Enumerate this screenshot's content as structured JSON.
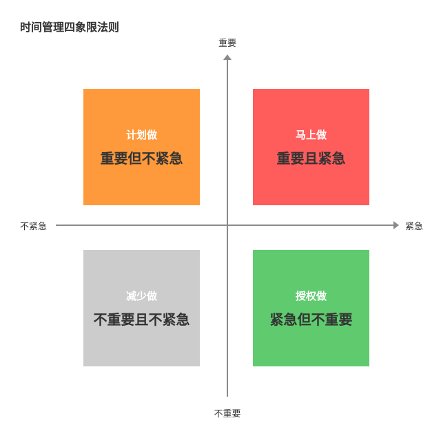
{
  "title": "时间管理四象限法则",
  "axes": {
    "top": "重要",
    "bottom": "不重要",
    "left": "不紧急",
    "right": "紧急",
    "color": "#8a8a8a"
  },
  "quadrants": {
    "top_left": {
      "action": "计划做",
      "description": "重要但不紧急",
      "color": "#FF9A3C"
    },
    "top_right": {
      "action": "马上做",
      "description": "重要且紧急",
      "color": "#FF5C5C"
    },
    "bottom_left": {
      "action": "减少做",
      "description": "不重要且不紧急",
      "color": "#CCCCCC"
    },
    "bottom_right": {
      "action": "授权做",
      "description": "紧急但不重要",
      "color": "#5FCB6E"
    }
  }
}
